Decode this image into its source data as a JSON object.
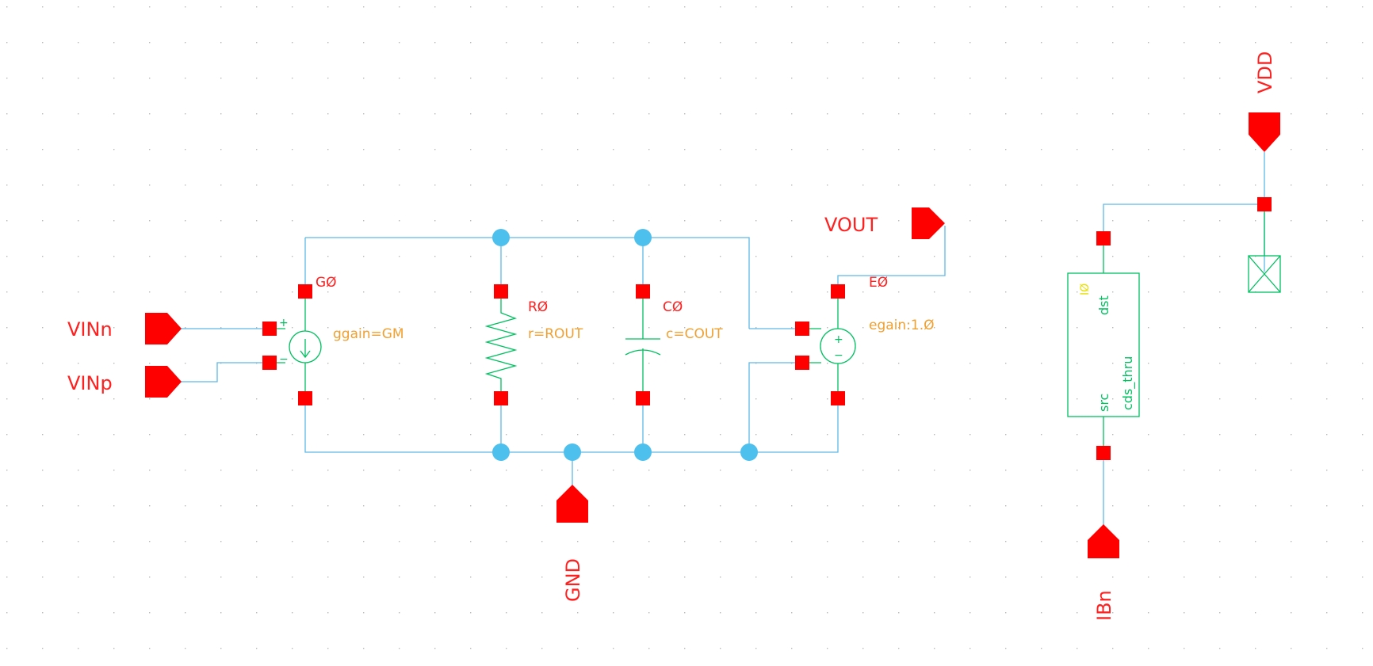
{
  "pins": {
    "vinn": "VINn",
    "vinp": "VINp",
    "vout": "VOUT",
    "gnd": "GND",
    "vdd": "VDD",
    "ibn": "IBn"
  },
  "instances": {
    "g0": {
      "name": "GØ",
      "param": "ggain=GM"
    },
    "r0": {
      "name": "RØ",
      "param": "r=ROUT"
    },
    "c0": {
      "name": "CØ",
      "param": "c=COUT"
    },
    "e0": {
      "name": "EØ",
      "param": "egain:1.Ø"
    },
    "i0": {
      "name": "IØ",
      "cell": "cds_thru",
      "term_dst": "dst",
      "term_src": "src"
    }
  },
  "signs": {
    "plus": "+",
    "minus": "−",
    "g_plus": "+",
    "g_minus": "−"
  },
  "colors": {
    "wire": "#5fb8e8",
    "device": "#00c060",
    "pin": "#ff0000",
    "label": "#ff2020",
    "param": "#f0a030",
    "instance_name": "#e8e000"
  },
  "icons": {
    "current_source": "vccs-current-source-symbol",
    "voltage_source": "vcvs-voltage-source-symbol",
    "resistor": "resistor-zigzag-symbol",
    "capacitor": "capacitor-symbol",
    "noconn": "no-connect-box-symbol",
    "pin_input": "input-pin-arrow-symbol",
    "pin_output": "output-pin-arrow-symbol"
  }
}
